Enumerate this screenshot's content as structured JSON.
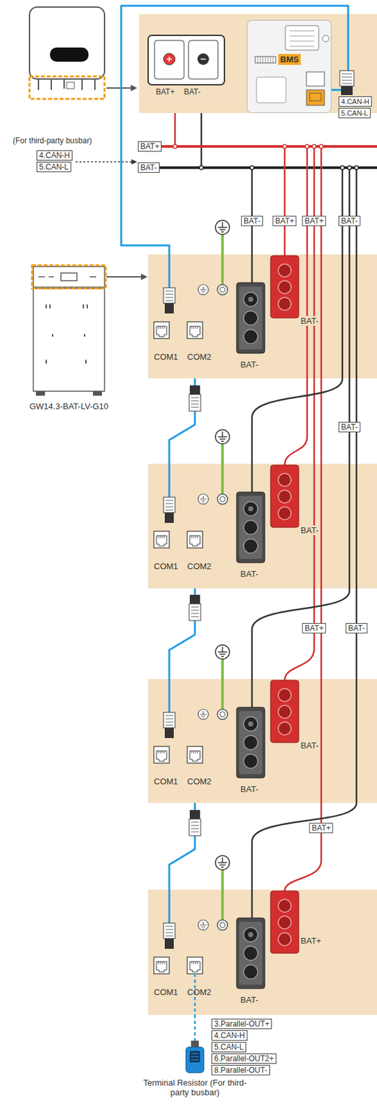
{
  "diagram": {
    "nodes": [
      {
        "text": [
          "BAT+",
          "BAT-"
        ]
      },
      {
        "text": [
          "BMS"
        ],
        "in": 0
      },
      {
        "text": [
          "GW14.3-BAT-LV-G10"
        ]
      },
      {
        "text": [
          "COM1",
          "COM2",
          "BAT-",
          "BAT-"
        ]
      },
      {
        "text": [
          "COM1",
          "COM2",
          "BAT-",
          "BAT-"
        ]
      },
      {
        "text": [
          "COM1",
          "COM2",
          "BAT-",
          "BAT-"
        ]
      },
      {
        "text": [
          "COM1",
          "COM2",
          "BAT-",
          "BAT+"
        ]
      },
      {
        "text": [
          "Terminal Resistor (For third-party busbar)"
        ]
      }
    ],
    "edges": [
      {
        "from": 1,
        "to": 3,
        "arrow": "none"
      },
      {
        "from": 3,
        "to": 4,
        "arrow": "none"
      },
      {
        "from": 4,
        "to": 5,
        "arrow": "none"
      },
      {
        "from": 5,
        "to": 6,
        "arrow": "none"
      },
      {
        "from": 6,
        "to": 7,
        "arrow": "none"
      }
    ],
    "labels": [
      "4.CAN-H",
      "5.CAN-L",
      "(For third-party busbar)",
      "4.CAN-H",
      "5.CAN-L",
      "BAT+",
      "BAT-",
      "BAT-",
      "BAT+",
      "BAT+",
      "BAT-",
      "BAT-",
      "BAT+",
      "BAT-",
      "BAT+",
      "3.Parallel-OUT+",
      "4.CAN-H",
      "5.CAN-L",
      "6.Parallel-OUT2+",
      "8.Parallel-OUT-"
    ]
  }
}
